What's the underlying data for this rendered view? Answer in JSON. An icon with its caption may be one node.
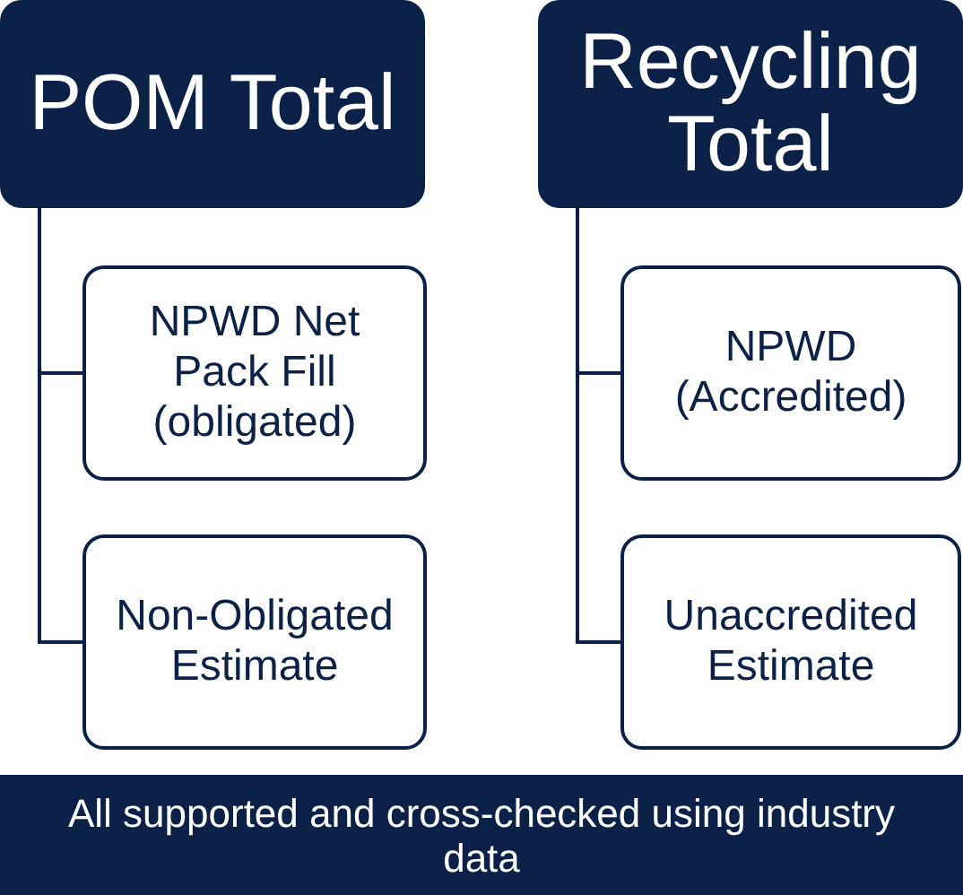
{
  "diagram": {
    "nodes": [
      {
        "text": [
          "POM Total"
        ]
      },
      {
        "text": [
          "NPWD Net Pack Fill (obligated)"
        ]
      },
      {
        "text": [
          "Non-Obligated Estimate"
        ]
      },
      {
        "text": [
          "Recycling Total"
        ]
      },
      {
        "text": [
          "NPWD (Accredited)"
        ]
      },
      {
        "text": [
          "Unaccredited Estimate"
        ]
      },
      {
        "text": [
          "All supported and cross-checked using industry data"
        ]
      }
    ],
    "edges": [
      {
        "from": 0,
        "to": 1,
        "arrow": "none"
      },
      {
        "from": 0,
        "to": 2,
        "arrow": "none"
      },
      {
        "from": 3,
        "to": 4,
        "arrow": "none"
      },
      {
        "from": 3,
        "to": 5,
        "arrow": "none"
      }
    ]
  }
}
